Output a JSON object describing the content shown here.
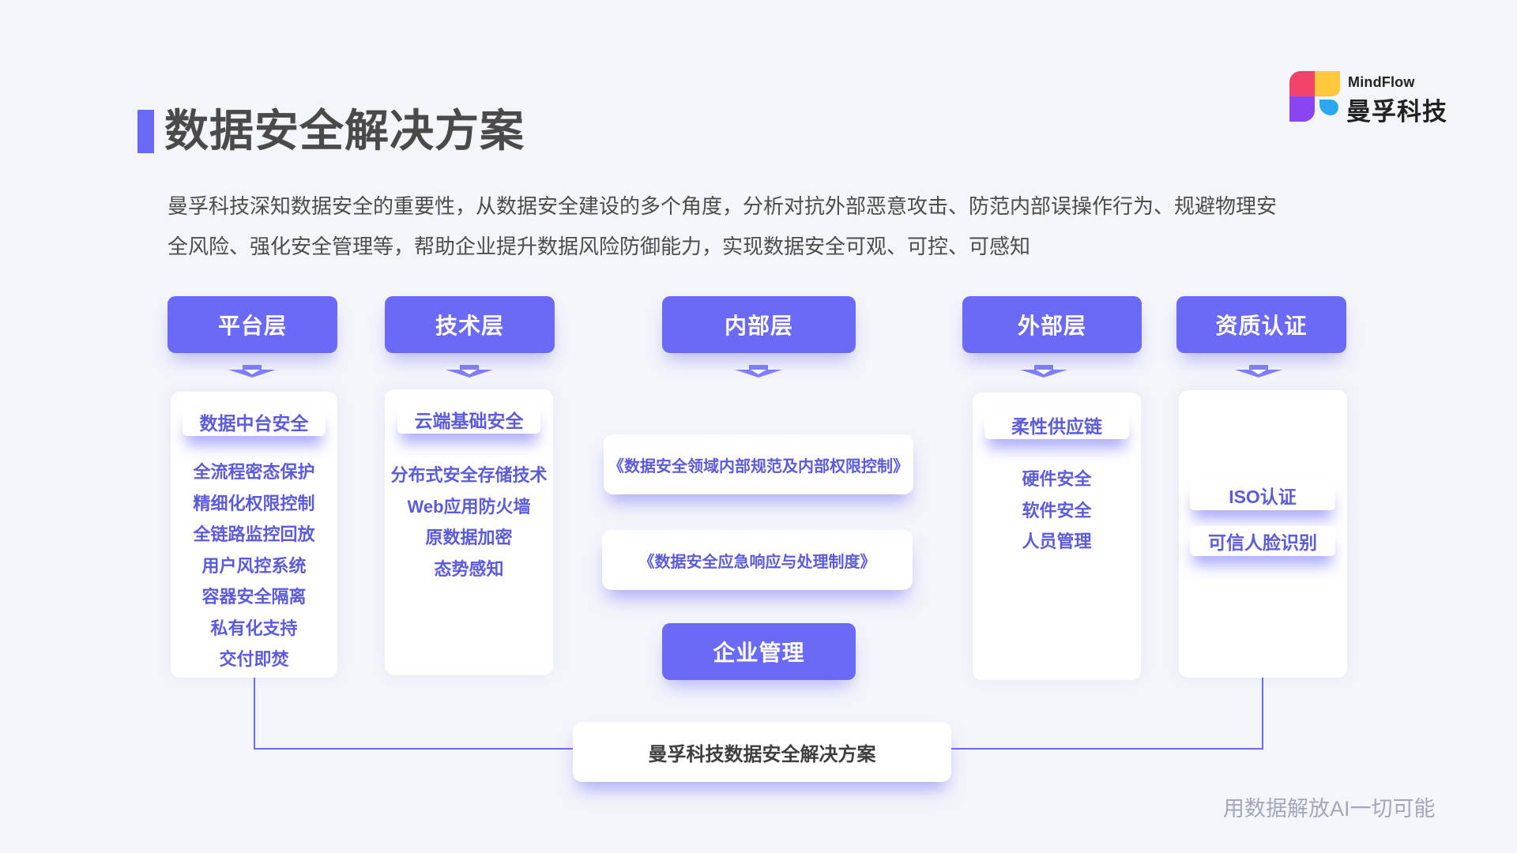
{
  "brand": {
    "name_en": "MindFlow",
    "name_cn": "曼孚科技",
    "colors": {
      "red": "#f2446b",
      "yellow": "#ffc83a",
      "purple": "#8a44f0",
      "blue": "#2aa8f2"
    }
  },
  "page": {
    "title": "数据安全解决方案",
    "accent_color": "#6b6af7",
    "description": "曼孚科技深知数据安全的重要性，从数据安全建设的多个角度，分析对抗外部恶意攻击、防范内部误操作行为、规避物理安全风险、强化安全管理等，帮助企业提升数据风险防御能力，实现数据安全可观、可控、可感知",
    "slogan": "用数据解放AI一切可能"
  },
  "columns": [
    {
      "header": "平台层",
      "pill": "数据中台安全",
      "items": [
        "全流程密态保护",
        "精细化权限控制",
        "全链路监控回放",
        "用户风控系统",
        "容器安全隔离",
        "私有化支持",
        "交付即焚"
      ]
    },
    {
      "header": "技术层",
      "pill": "云端基础安全",
      "items": [
        "分布式安全存储技术",
        "Web应用防火墙",
        "原数据加密",
        "态势感知"
      ]
    },
    {
      "header": "内部层",
      "docs": [
        "《数据安全领域内部规范及内部权限控制》",
        "《数据安全应急响应与处理制度》"
      ],
      "button": "企业管理"
    },
    {
      "header": "外部层",
      "pill": "柔性供应链",
      "items": [
        "硬件安全",
        "软件安全",
        "人员管理"
      ]
    },
    {
      "header": "资质认证",
      "pills": [
        "ISO认证",
        "可信人脸识别"
      ]
    }
  ],
  "footer_box": "曼孚科技数据安全解决方案"
}
